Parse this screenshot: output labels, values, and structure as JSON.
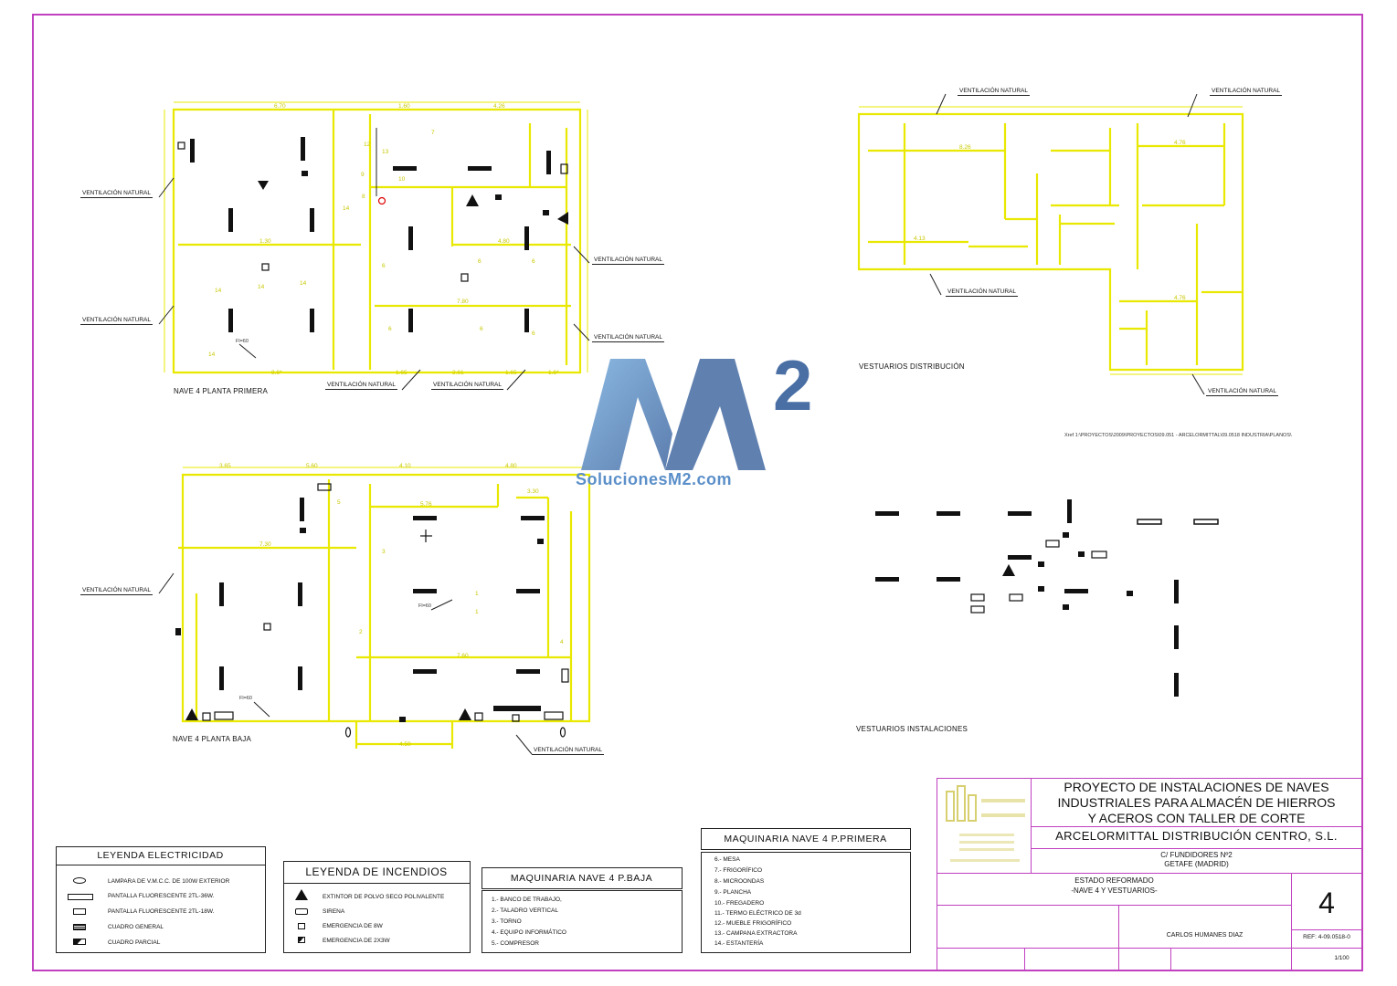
{
  "plans": {
    "top_left_caption": "NAVE 4 PLANTA PRIMERA",
    "top_right_caption": "VESTUARIOS DISTRIBUCIÓN",
    "bottom_left_caption": "NAVE 4 PLANTA BAJA",
    "bottom_right_caption": "VESTUARIOS INSTALACIONES",
    "ventilation_label": "VENTILACIÓN NATURAL",
    "xref_path": "Xref 1:\\PROYECTOS\\2009\\PROYECTOS\\09.051 - ARCELORMITTAL\\09.0518 INDUSTRIA\\PLANOS\\",
    "fl_label": "Fl=60"
  },
  "watermark": {
    "text": "SolucionesM2.com",
    "superscript": "2",
    "colors": {
      "light": "#6fa8dc",
      "dark": "#4a6fa5"
    }
  },
  "legend_electricidad": {
    "title": "LEYENDA ELECTRICIDAD",
    "items": [
      "LAMPARA DE V.M.C.C. DE 100W EXTERIOR",
      "PANTALLA FLUORESCENTE 2TL-36W.",
      "PANTALLA FLUORESCENTE 2TL-18W.",
      "CUADRO GENERAL",
      "CUADRO PARCIAL"
    ]
  },
  "legend_incendios": {
    "title": "LEYENDA DE INCENDIOS",
    "items": [
      "EXTINTOR DE POLVO SECO POLIVALENTE",
      "SIRENA",
      "EMERGENCIA DE 8W",
      "EMERGENCIA DE 2X3W"
    ]
  },
  "maquinaria_baja": {
    "title": "MAQUINARIA NAVE 4 P.BAJA",
    "items": [
      "1.- BANCO DE TRABAJO,",
      "2.- TALADRO VERTICAL",
      "3.- TORNO",
      "4.- EQUIPO INFORMÁTICO",
      "5.- COMPRESOR"
    ]
  },
  "maquinaria_primera": {
    "title": "MAQUINARIA NAVE 4 P.PRIMERA",
    "items": [
      "6.- MESA",
      "7.- FRIGORÍFICO",
      "8.- MICROONDAS",
      "9.- PLANCHA",
      "10.- FREGADERO",
      "11.- TERMO ELÉCTRICO DE 3d",
      "12.- MUEBLE FRIGORÍFICO",
      "13.- CAMPANA EXTRACTORA",
      "14.- ESTANTERÍA"
    ]
  },
  "title_block": {
    "project_line1": "PROYECTO DE INSTALACIONES DE NAVES",
    "project_line2": "INDUSTRIALES PARA ALMACÉN DE HIERROS",
    "project_line3": "Y ACEROS CON TALLER DE CORTE",
    "client": "ARCELORMITTAL DISTRIBUCIÓN CENTRO, S.L.",
    "address1": "C/ FUNDIDORES Nº2",
    "address2": "GETAFE (MADRID)",
    "state1": "ESTADO REFORMADO",
    "state2": "-NAVE 4 Y VESTUARIOS-",
    "sheet_number": "4",
    "author": "CARLOS HUMANES DIAZ",
    "ref": "REF: 4-09.0518-0",
    "scale": "1/100"
  },
  "colors": {
    "plan_lines": "#e8e800",
    "frame": "#c040c0",
    "ink": "#111111"
  }
}
